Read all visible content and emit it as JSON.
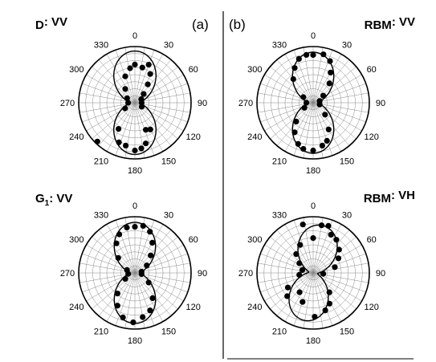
{
  "figure": {
    "panel_labels": [
      "(a)",
      "(b)"
    ]
  },
  "chart_data": [
    {
      "type": "polar-scatter",
      "title": "D: VV",
      "title_main": "D",
      "title_sub": "",
      "title_rest": ": VV",
      "angle_ticks": [
        "0",
        "30",
        "60",
        "90",
        "120",
        "150",
        "180",
        "210",
        "240",
        "270",
        "300",
        "330"
      ],
      "r_max": 1.0,
      "grid": true,
      "points": [
        {
          "angle": 0,
          "r": 0.68
        },
        {
          "angle": 12,
          "r": 0.64
        },
        {
          "angle": 20,
          "r": 0.72
        },
        {
          "angle": 28,
          "r": 0.58
        },
        {
          "angle": 35,
          "r": 0.4
        },
        {
          "angle": 45,
          "r": 0.22
        },
        {
          "angle": 60,
          "r": 0.13
        },
        {
          "angle": 90,
          "r": 0.12
        },
        {
          "angle": 120,
          "r": 0.14
        },
        {
          "angle": 150,
          "r": 0.55
        },
        {
          "angle": 158,
          "r": 0.52
        },
        {
          "angle": 165,
          "r": 0.75
        },
        {
          "angle": 172,
          "r": 0.82
        },
        {
          "angle": 180,
          "r": 0.85
        },
        {
          "angle": 192,
          "r": 0.78
        },
        {
          "angle": 202,
          "r": 0.76
        },
        {
          "angle": 212,
          "r": 0.55
        },
        {
          "angle": 224,
          "r": 0.96
        },
        {
          "angle": 240,
          "r": 0.2
        },
        {
          "angle": 270,
          "r": 0.12
        },
        {
          "angle": 300,
          "r": 0.16
        },
        {
          "angle": 325,
          "r": 0.3
        },
        {
          "angle": 340,
          "r": 0.5
        },
        {
          "angle": 352,
          "r": 0.62
        }
      ],
      "fit": {
        "peak_angle": 0,
        "amplitude": 0.82,
        "offset": 0.1
      }
    },
    {
      "type": "polar-scatter",
      "title": "RBM: VV",
      "title_main": "RBM",
      "title_sub": "",
      "title_rest": ": VV",
      "angle_ticks": [
        "0",
        "30",
        "60",
        "90",
        "120",
        "150",
        "180",
        "210",
        "240",
        "270",
        "300",
        "330"
      ],
      "r_max": 1.0,
      "grid": true,
      "points": [
        {
          "angle": 0,
          "r": 0.85
        },
        {
          "angle": 12,
          "r": 0.88
        },
        {
          "angle": 22,
          "r": 0.8
        },
        {
          "angle": 30,
          "r": 0.62
        },
        {
          "angle": 40,
          "r": 0.45
        },
        {
          "angle": 55,
          "r": 0.22
        },
        {
          "angle": 75,
          "r": 0.12
        },
        {
          "angle": 105,
          "r": 0.12
        },
        {
          "angle": 135,
          "r": 0.3
        },
        {
          "angle": 150,
          "r": 0.55
        },
        {
          "angle": 160,
          "r": 0.72
        },
        {
          "angle": 168,
          "r": 0.78
        },
        {
          "angle": 180,
          "r": 0.85
        },
        {
          "angle": 192,
          "r": 0.84
        },
        {
          "angle": 200,
          "r": 0.78
        },
        {
          "angle": 212,
          "r": 0.62
        },
        {
          "angle": 222,
          "r": 0.45
        },
        {
          "angle": 240,
          "r": 0.18
        },
        {
          "angle": 270,
          "r": 0.12
        },
        {
          "angle": 300,
          "r": 0.2
        },
        {
          "angle": 320,
          "r": 0.55
        },
        {
          "angle": 332,
          "r": 0.7
        },
        {
          "angle": 342,
          "r": 0.82
        },
        {
          "angle": 352,
          "r": 0.86
        }
      ],
      "fit": {
        "peak_angle": 0,
        "amplitude": 0.8,
        "offset": 0.1
      }
    },
    {
      "type": "polar-scatter",
      "title": "G1: VV",
      "title_main": "G",
      "title_sub": "1",
      "title_rest": ": VV",
      "angle_ticks": [
        "0",
        "30",
        "60",
        "90",
        "120",
        "150",
        "180",
        "210",
        "240",
        "270",
        "300",
        "330"
      ],
      "r_max": 1.0,
      "grid": true,
      "points": [
        {
          "angle": 0,
          "r": 0.82
        },
        {
          "angle": 10,
          "r": 0.85
        },
        {
          "angle": 20,
          "r": 0.78
        },
        {
          "angle": 30,
          "r": 0.62
        },
        {
          "angle": 42,
          "r": 0.42
        },
        {
          "angle": 58,
          "r": 0.25
        },
        {
          "angle": 80,
          "r": 0.12
        },
        {
          "angle": 100,
          "r": 0.12
        },
        {
          "angle": 125,
          "r": 0.3
        },
        {
          "angle": 145,
          "r": 0.55
        },
        {
          "angle": 158,
          "r": 0.72
        },
        {
          "angle": 170,
          "r": 0.8
        },
        {
          "angle": 182,
          "r": 0.88
        },
        {
          "angle": 195,
          "r": 0.82
        },
        {
          "angle": 208,
          "r": 0.66
        },
        {
          "angle": 220,
          "r": 0.48
        },
        {
          "angle": 238,
          "r": 0.2
        },
        {
          "angle": 262,
          "r": 0.12
        },
        {
          "angle": 290,
          "r": 0.15
        },
        {
          "angle": 312,
          "r": 0.4
        },
        {
          "angle": 328,
          "r": 0.62
        },
        {
          "angle": 338,
          "r": 0.74
        },
        {
          "angle": 350,
          "r": 0.82
        }
      ],
      "fit": {
        "peak_angle": 0,
        "amplitude": 0.8,
        "offset": 0.1
      }
    },
    {
      "type": "polar-scatter",
      "title": "RBM: VH",
      "title_main": "RBM",
      "title_sub": "",
      "title_rest": ": VH",
      "angle_ticks": [
        "0",
        "30",
        "60",
        "90",
        "120",
        "150",
        "180",
        "210",
        "240",
        "270",
        "300",
        "330"
      ],
      "r_max": 1.0,
      "grid": true,
      "points": [
        {
          "angle": 0,
          "r": 0.62
        },
        {
          "angle": 10,
          "r": 0.86
        },
        {
          "angle": 18,
          "r": 0.88
        },
        {
          "angle": 25,
          "r": 0.75
        },
        {
          "angle": 35,
          "r": 0.72
        },
        {
          "angle": 48,
          "r": 0.62
        },
        {
          "angle": 60,
          "r": 0.52
        },
        {
          "angle": 75,
          "r": 0.4
        },
        {
          "angle": 95,
          "r": 0.18
        },
        {
          "angle": 140,
          "r": 0.45
        },
        {
          "angle": 152,
          "r": 0.62
        },
        {
          "angle": 162,
          "r": 0.7
        },
        {
          "angle": 178,
          "r": 0.78
        },
        {
          "angle": 200,
          "r": 0.55
        },
        {
          "angle": 215,
          "r": 0.42
        },
        {
          "angle": 228,
          "r": 0.62
        },
        {
          "angle": 240,
          "r": 0.52
        },
        {
          "angle": 262,
          "r": 0.25
        },
        {
          "angle": 285,
          "r": 0.2
        },
        {
          "angle": 305,
          "r": 0.3
        },
        {
          "angle": 318,
          "r": 0.45
        },
        {
          "angle": 335,
          "r": 0.55
        },
        {
          "angle": 348,
          "r": 0.88
        }
      ],
      "fit": {
        "peak_angle": 10,
        "amplitude": 0.78,
        "offset": 0.08
      }
    }
  ]
}
